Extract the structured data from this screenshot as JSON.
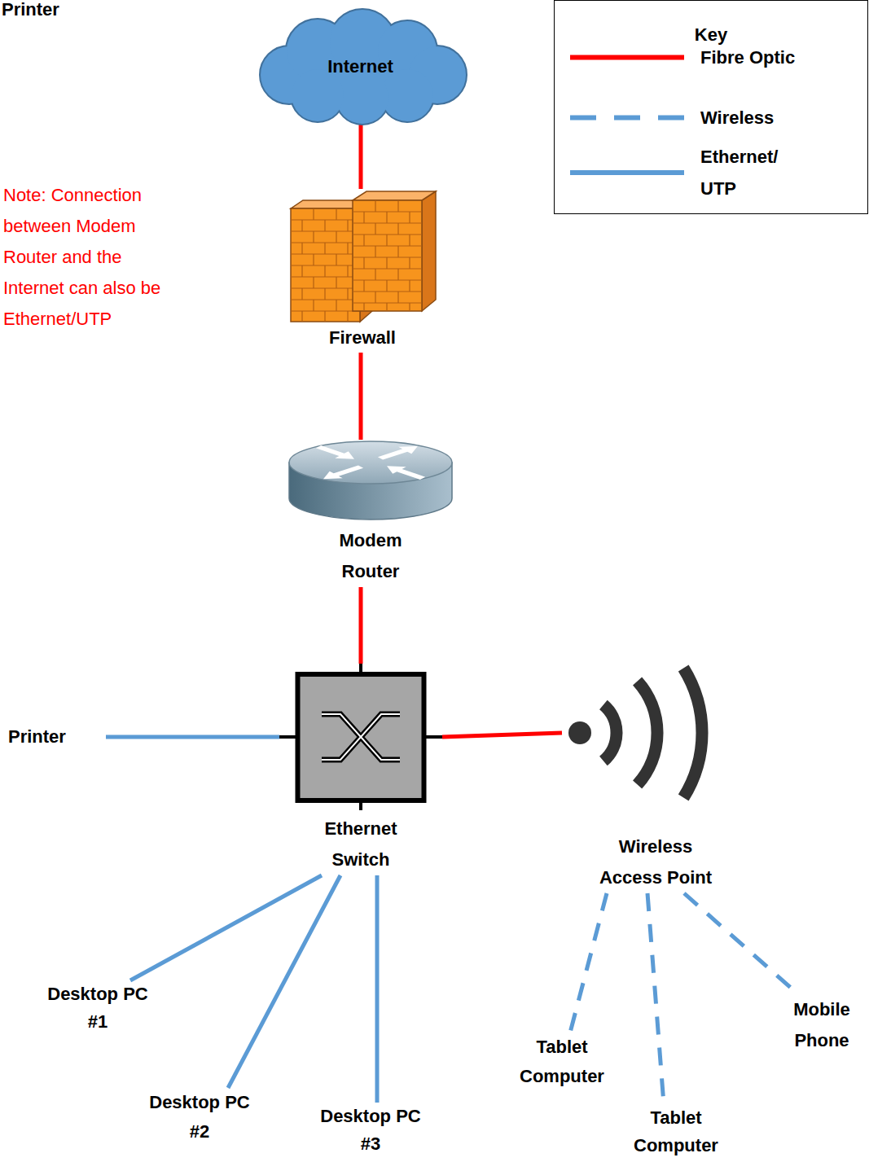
{
  "diagram": {
    "nodes": [
      {
        "text": [
          "Internet"
        ]
      },
      {
        "text": [
          "Firewall"
        ]
      },
      {
        "text": [
          "Modem Router"
        ]
      },
      {
        "text": [
          "Ethernet Switch"
        ]
      },
      {
        "text": [
          "Printer"
        ]
      },
      {
        "text": [
          "Wireless Access Point"
        ]
      },
      {
        "text": [
          "Desktop PC #1"
        ]
      },
      {
        "text": [
          "Desktop PC #2"
        ]
      },
      {
        "text": [
          "Desktop PC #3"
        ]
      },
      {
        "text": [
          "Tablet Computer"
        ]
      },
      {
        "text": [
          "Tablet Computer"
        ]
      },
      {
        "text": [
          "Mobile Phone"
        ]
      }
    ],
    "edges": [
      {
        "from": 0,
        "to": 1,
        "arrow": "none"
      },
      {
        "from": 1,
        "to": 2,
        "arrow": "none"
      },
      {
        "from": 2,
        "to": 3,
        "arrow": "none"
      },
      {
        "from": 3,
        "to": 4,
        "arrow": "none"
      },
      {
        "from": 3,
        "to": 5,
        "arrow": "none"
      },
      {
        "from": 3,
        "to": 6,
        "arrow": "none"
      },
      {
        "from": 3,
        "to": 7,
        "arrow": "none"
      },
      {
        "from": 3,
        "to": 8,
        "arrow": "none"
      },
      {
        "from": 5,
        "to": 9,
        "arrow": "none"
      },
      {
        "from": 5,
        "to": 10,
        "arrow": "none"
      },
      {
        "from": 5,
        "to": 11,
        "arrow": "none"
      }
    ],
    "labels": [
      "Printer",
      "Note: Connection between Modem Router and the Internet can also be Ethernet/UTP",
      "Key"
    ],
    "legend": [
      {
        "text": "Fibre Optic"
      },
      {
        "text": "Wireless"
      },
      {
        "text": "Ethernet/ UTP"
      }
    ]
  }
}
